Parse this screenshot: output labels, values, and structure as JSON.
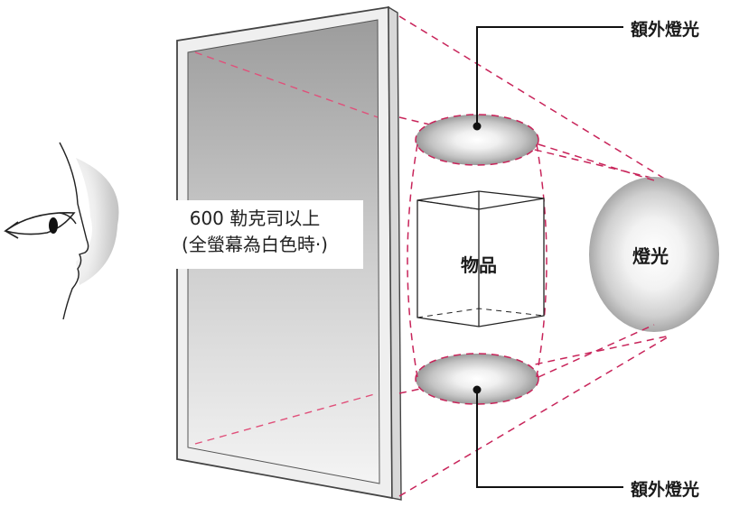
{
  "labels": {
    "extra_light_top": "額外燈光",
    "extra_light_bottom": "額外燈光",
    "light": "燈光",
    "object": "物品",
    "screen_line1": "600 勒克司以上",
    "screen_line2": "(全螢幕為白色時·)"
  },
  "colors": {
    "dash_line": "#c8245a",
    "frame": "#555555",
    "text": "#1a1a1a"
  }
}
